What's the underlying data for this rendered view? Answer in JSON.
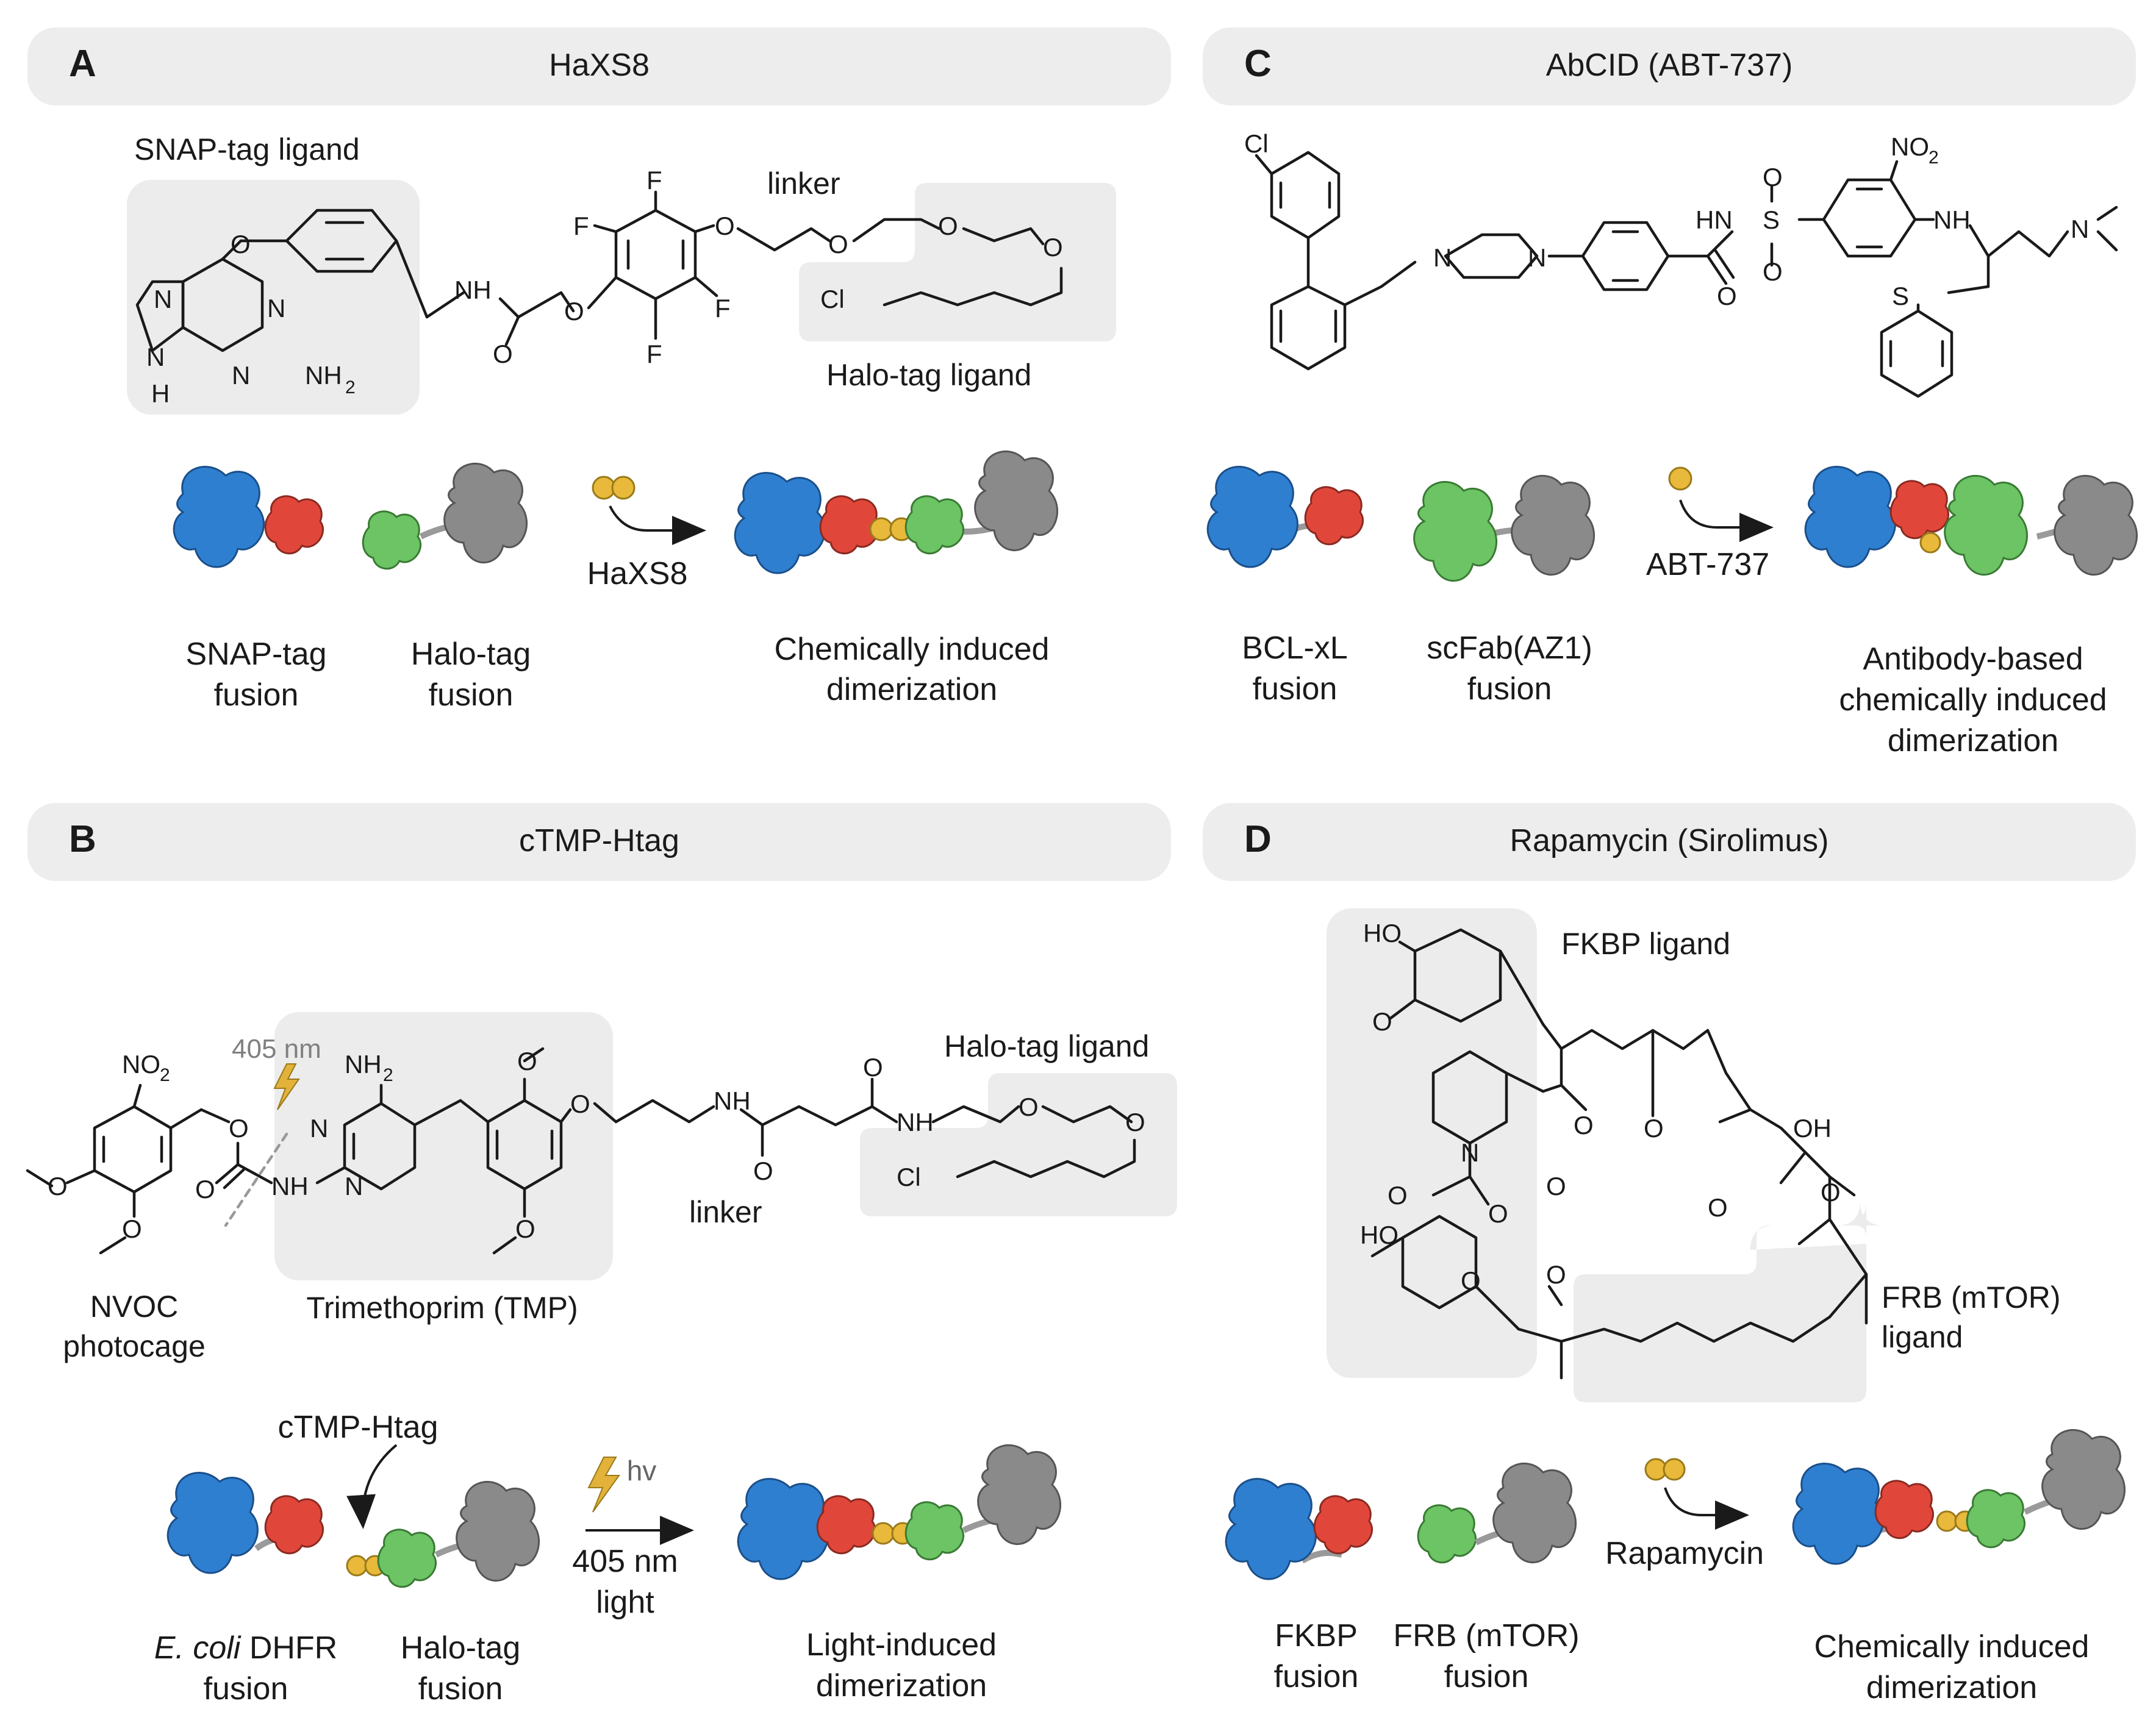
{
  "panels": {
    "a": {
      "letter": "A",
      "title": "HaXS8",
      "snap_ligand": "SNAP-tag ligand",
      "linker": "linker",
      "halo_ligand": "Halo-tag ligand",
      "atoms": {
        "n": "N",
        "h": "H",
        "nh2": "NH",
        "sub2": "2",
        "o": "O",
        "f": "F",
        "cl": "Cl",
        "nh": "NH"
      },
      "reagent": "HaXS8",
      "left_fusion": [
        "SNAP-tag",
        "fusion"
      ],
      "mid_fusion": [
        "Halo-tag",
        "fusion"
      ],
      "result": [
        "Chemically induced",
        "dimerization"
      ]
    },
    "b": {
      "letter": "B",
      "title": "cTMP-Htag",
      "wavelength": "405 nm",
      "atoms": {
        "no2": "NO",
        "sub2": "2",
        "nh2": "NH",
        "o": "O",
        "n": "N",
        "nh": "NH",
        "cl": "Cl"
      },
      "nvoc": [
        "NVOC",
        "photocage"
      ],
      "tmp": "Trimethoprim (TMP)",
      "linker": "linker",
      "halo_ligand": "Halo-tag ligand",
      "reagent_top": "cTMP-Htag",
      "hv": "hv",
      "light": [
        "405 nm",
        "light"
      ],
      "left_fusion_italic": "E. coli",
      "left_fusion": [
        "DHFR",
        "fusion"
      ],
      "mid_fusion": [
        "Halo-tag",
        "fusion"
      ],
      "result": [
        "Light-induced",
        "dimerization"
      ]
    },
    "c": {
      "letter": "C",
      "title": "AbCID (ABT-737)",
      "atoms": {
        "cl": "Cl",
        "n": "N",
        "no2": "NO",
        "sub2": "2",
        "hn": "HN",
        "s": "S",
        "o": "O",
        "nh": "NH"
      },
      "reagent": "ABT-737",
      "left_fusion": [
        "BCL-xL",
        "fusion"
      ],
      "mid_fusion": [
        "scFab(AZ1)",
        "fusion"
      ],
      "result": [
        "Antibody-based",
        "chemically induced",
        "dimerization"
      ]
    },
    "d": {
      "letter": "D",
      "title": "Rapamycin (Sirolimus)",
      "fkbp_ligand": "FKBP ligand",
      "frb_ligand": [
        "FRB (mTOR)",
        "ligand"
      ],
      "atoms": {
        "ho": "HO",
        "oh": "OH",
        "o": "O",
        "n": "N"
      },
      "reagent": "Rapamycin",
      "left_fusion": [
        "FKBP",
        "fusion"
      ],
      "mid_fusion": [
        "FRB (mTOR)",
        "fusion"
      ],
      "result": [
        "Chemically induced",
        "dimerization"
      ]
    }
  },
  "colors": {
    "blue": "#2f7fd0",
    "red": "#e0473a",
    "green": "#6cc464",
    "gray": "#8a8a8a",
    "gold": "#e8b93a",
    "header_bg": "#ededed",
    "highlight": "#ececec",
    "bolt": "#e2b23a"
  }
}
